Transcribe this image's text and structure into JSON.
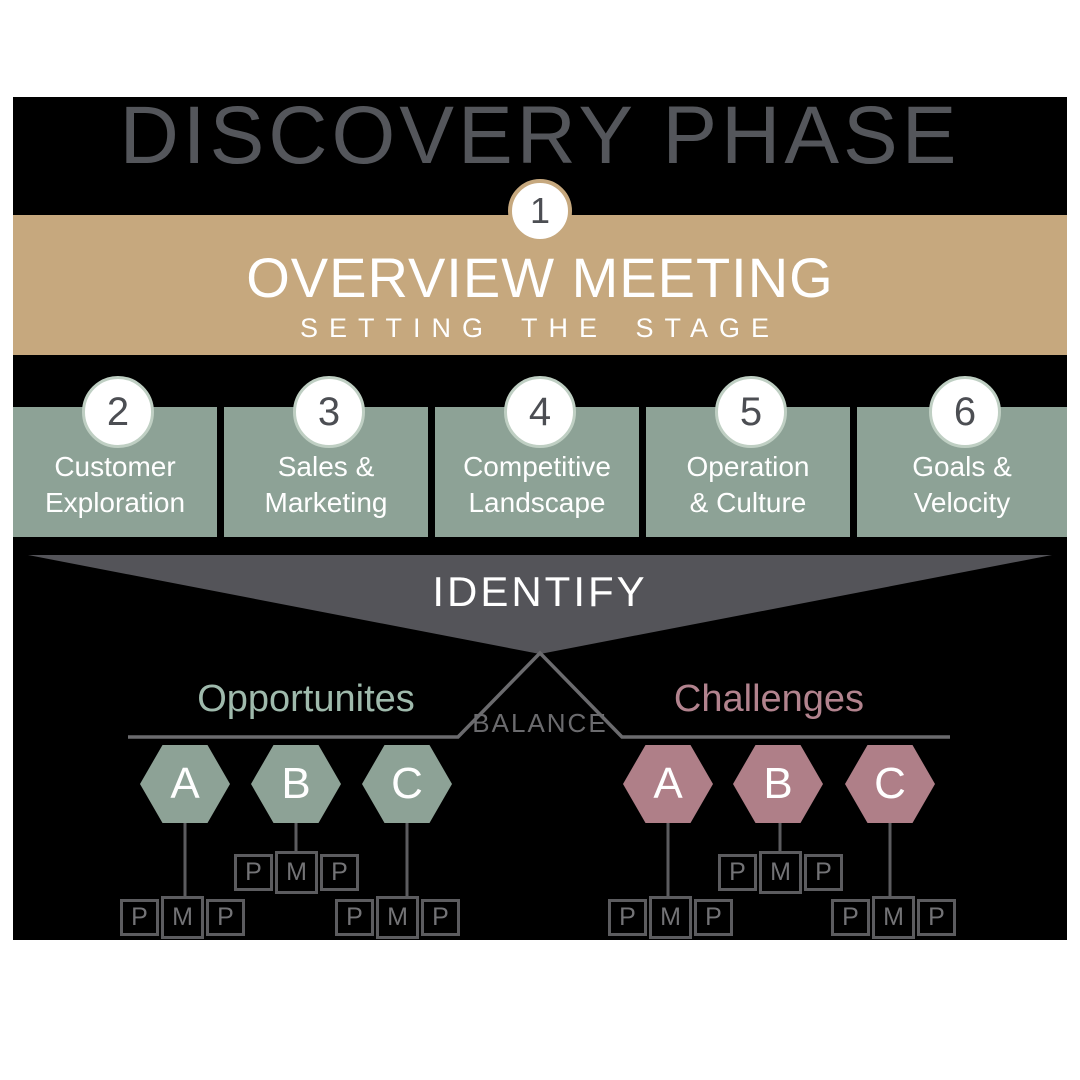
{
  "title": "DISCOVERY PHASE",
  "overview": {
    "number": "1",
    "heading": "OVERVIEW MEETING",
    "subheading": "SETTING THE STAGE"
  },
  "steps": [
    {
      "number": "2",
      "label": "Customer\nExploration"
    },
    {
      "number": "3",
      "label": "Sales &\nMarketing"
    },
    {
      "number": "4",
      "label": "Competitive\nLandscape"
    },
    {
      "number": "5",
      "label": "Operation\n& Culture"
    },
    {
      "number": "6",
      "label": "Goals &\nVelocity"
    }
  ],
  "funnel": {
    "label": "IDENTIFY"
  },
  "balance": {
    "label": "BALANCE",
    "left_heading": "Opportunites",
    "right_heading": "Challenges"
  },
  "opportunities": {
    "hexagons": [
      "A",
      "B",
      "C"
    ]
  },
  "challenges": {
    "hexagons": [
      "A",
      "B",
      "C"
    ]
  },
  "pmp_letters": [
    "P",
    "M",
    "P"
  ],
  "colors": {
    "page_background": "#FFFFFF",
    "board_background": "#000000",
    "title_gray": "#54565B",
    "banner_tan": "#C6A87E",
    "sage_green": "#8DA296",
    "mauve": "#AF7F88",
    "funnel_gray": "#545459",
    "line_gray": "#6B6B6E",
    "opportunities_text": "#9FBAAC",
    "challenges_text": "#B2838E",
    "white": "#FFFFFF"
  }
}
